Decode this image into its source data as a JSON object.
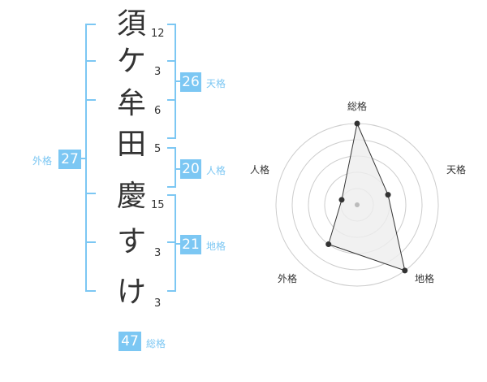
{
  "name_chars": [
    {
      "char": "須",
      "strokes": "12"
    },
    {
      "char": "ケ",
      "strokes": "3"
    },
    {
      "char": "牟",
      "strokes": "6"
    },
    {
      "char": "田",
      "strokes": "5"
    },
    {
      "char": "慶",
      "strokes": "15"
    },
    {
      "char": "す",
      "strokes": "3"
    },
    {
      "char": "け",
      "strokes": "3"
    }
  ],
  "kakusu": {
    "tenkaku": {
      "value": "26",
      "label": "天格"
    },
    "jinkaku": {
      "value": "20",
      "label": "人格"
    },
    "chikaku": {
      "value": "21",
      "label": "地格"
    },
    "gaikaku": {
      "value": "27",
      "label": "外格"
    },
    "soukaku": {
      "value": "47",
      "label": "総格"
    }
  },
  "radar": {
    "axes": [
      "総格",
      "天格",
      "地格",
      "外格",
      "人格"
    ],
    "levels": [
      5,
      2,
      5,
      3,
      1
    ],
    "max_level": 5
  },
  "colors": {
    "accent": "#7cc7f3",
    "text": "#333333",
    "grid": "#cccccc",
    "fill": "#eeeeee"
  }
}
